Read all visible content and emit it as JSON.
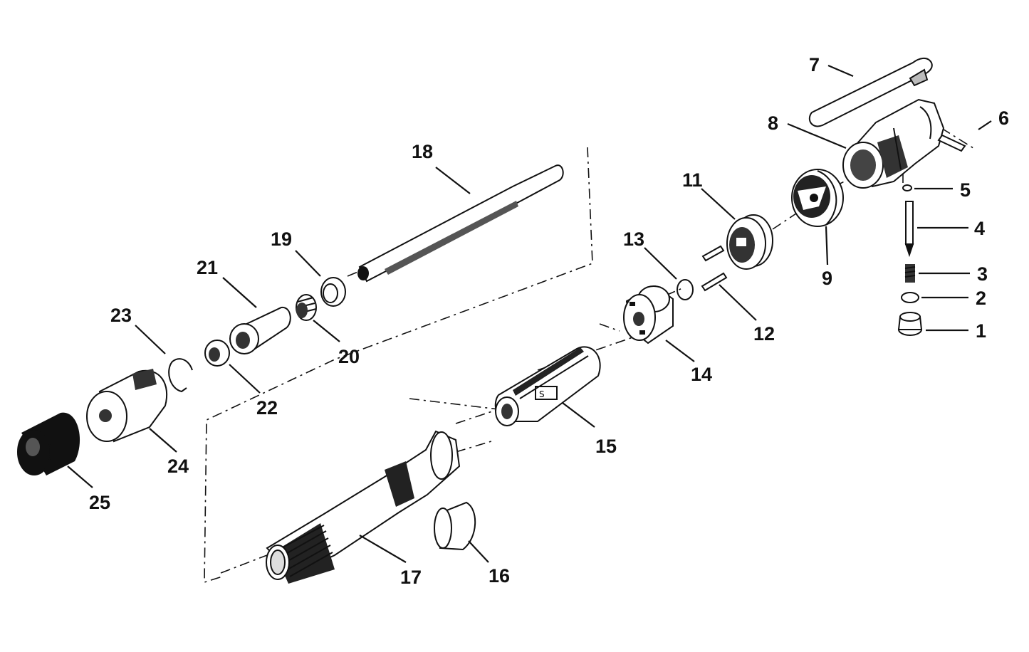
{
  "labels": {
    "p1": "1",
    "p2": "2",
    "p3": "3",
    "p4": "4",
    "p5": "5",
    "p6": "6",
    "p7": "7",
    "p8": "8",
    "p9": "9",
    "p11": "11",
    "p12": "12",
    "p13": "13",
    "p14": "14",
    "p15": "15",
    "p16": "16",
    "p17": "17",
    "p18": "18",
    "p19": "19",
    "p20": "20",
    "p21": "21",
    "p22": "22",
    "p23": "23",
    "p24": "24",
    "p25": "25"
  },
  "colors": {
    "ink": "#111111",
    "paper": "#ffffff",
    "shade": "#555555"
  }
}
